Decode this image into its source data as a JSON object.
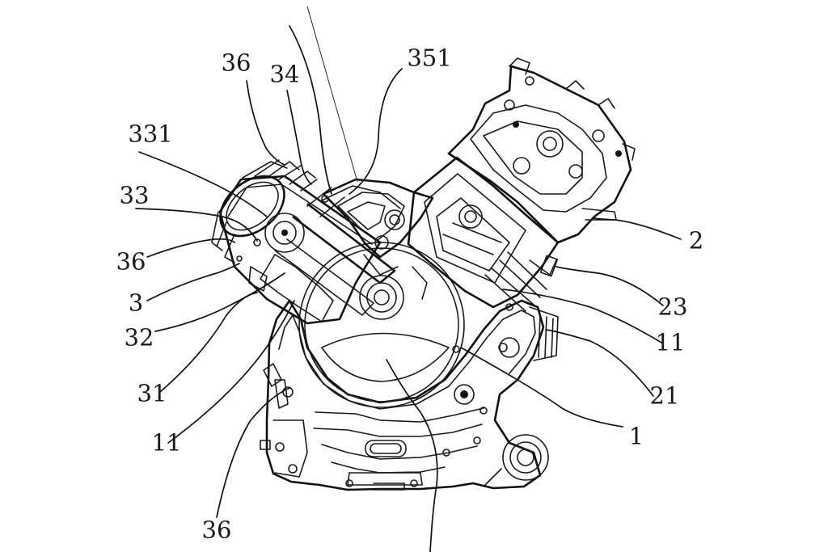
{
  "labels": {
    "l351": "351",
    "l36a": "36",
    "l34": "34",
    "l331": "331",
    "l33": "33",
    "l36b": "36",
    "l3": "3",
    "l32": "32",
    "l31": "31",
    "l11a": "11",
    "l36c": "36",
    "l2": "2",
    "l23": "23",
    "l11b": "11",
    "l21": "21",
    "l1": "1"
  }
}
